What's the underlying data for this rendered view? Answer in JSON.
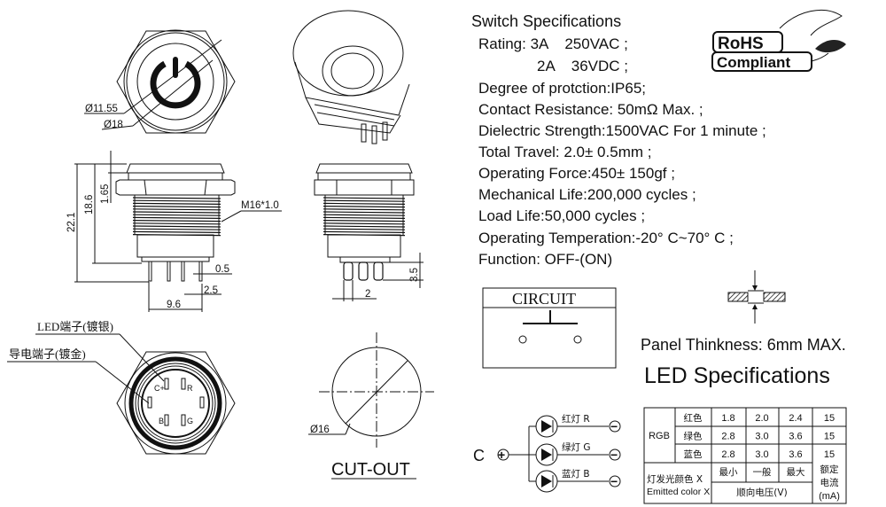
{
  "drawing": {
    "top_view": {
      "dia_inner": "Ø11.55",
      "dia_outer": "Ø18"
    },
    "side_view": {
      "dim_total": "22.1",
      "dim_body": "18.6",
      "dim_cap": "1.65",
      "thread": "M16*1.0",
      "pin_width": "0.5",
      "pin_pitch": "2.5",
      "pin_span": "9.6"
    },
    "side_view_2": {
      "pin_length": "3.5",
      "pin_gap": "2"
    },
    "bottom_view": {
      "led_terminal_label": "LED端子(镀银)",
      "contact_terminal_label": "导电端子(镀金)",
      "pins": [
        "C+",
        "R",
        "B",
        "G"
      ]
    },
    "cutout": {
      "diameter": "Ø16",
      "label": "CUT-OUT"
    }
  },
  "switch_specs": {
    "title": "Switch Specifications",
    "lines": [
      "Rating: 3A    250VAC ;",
      "2A    36VDC ;",
      "Degree of protction:IP65;",
      "Contact Resistance: 50mΩ Max. ;",
      "Dielectric Strength:1500VAC For 1 minute ;",
      "Total Travel: 2.0± 0.5mm ;",
      "Operating Force:450± 150gf ;",
      "Mechanical Life:200,000 cycles ;",
      "Load Life:50,000 cycles ;",
      "Operating Temperation:-20° C~70° C ;",
      "Function: OFF-(ON)"
    ]
  },
  "rohs": {
    "line1": "RoHS",
    "line2": "Compliant"
  },
  "circuit": {
    "title": "CIRCUIT"
  },
  "panel": {
    "text": "Panel Thinkness: 6mm MAX."
  },
  "led_specs": {
    "title": "LED Specifications",
    "circuit": {
      "common": "C",
      "plus": "+",
      "minus": "−",
      "leds": [
        "红灯  R",
        "绿灯  G",
        "蓝灯  B"
      ]
    },
    "table": {
      "group": "RGB",
      "rows": [
        {
          "color": "红色",
          "min": "1.8",
          "typ": "2.0",
          "max": "2.4",
          "current": "15"
        },
        {
          "color": "绿色",
          "min": "2.8",
          "typ": "3.0",
          "max": "3.6",
          "current": "15"
        },
        {
          "color": "蓝色",
          "min": "2.8",
          "typ": "3.0",
          "max": "3.6",
          "current": "15"
        }
      ],
      "footer": {
        "emitted_cn": "灯发光颜色  X",
        "emitted_en": "Emitted color X",
        "min": "最小",
        "typ": "一般",
        "max": "最大",
        "voltage": "顺向电压(V)",
        "current_1": "额定",
        "current_2": "电流",
        "current_3": "(mA)"
      }
    }
  }
}
